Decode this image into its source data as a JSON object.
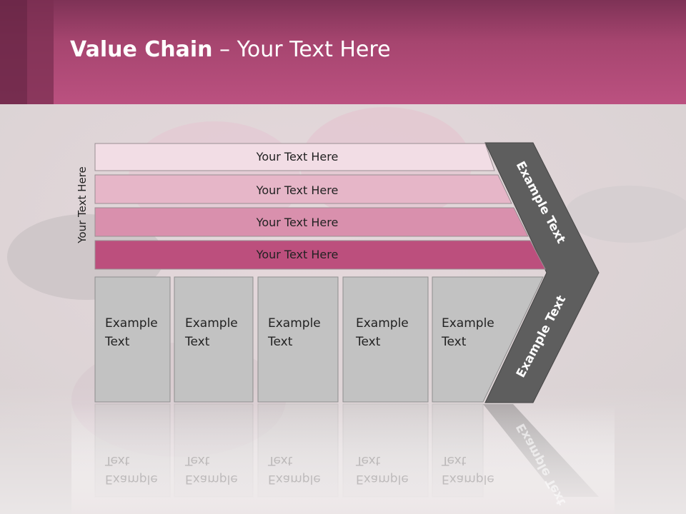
{
  "slide": {
    "title_bold": "Value Chain",
    "title_rest": " – Your Text Here",
    "side_label": "Your Text Here"
  },
  "rows": [
    {
      "label": "Your Text Here",
      "color": "#f2dde5"
    },
    {
      "label": "Your Text Here",
      "color": "#e6b6c8"
    },
    {
      "label": "Your Text Here",
      "color": "#d990ad"
    },
    {
      "label": "Your Text Here",
      "color": "#bc4f7d"
    }
  ],
  "columns": [
    {
      "line1": "Example",
      "line2": "Text"
    },
    {
      "line1": "Example",
      "line2": "Text"
    },
    {
      "line1": "Example",
      "line2": "Text"
    },
    {
      "line1": "Example",
      "line2": "Text"
    },
    {
      "line1": "Example",
      "line2": "Text"
    }
  ],
  "chevron": {
    "top_label": "Example Text",
    "bottom_label": "Example Text",
    "color": "#5e5e5e"
  },
  "colors": {
    "header": "#bb5180",
    "box_fill": "#c2c2c2"
  }
}
